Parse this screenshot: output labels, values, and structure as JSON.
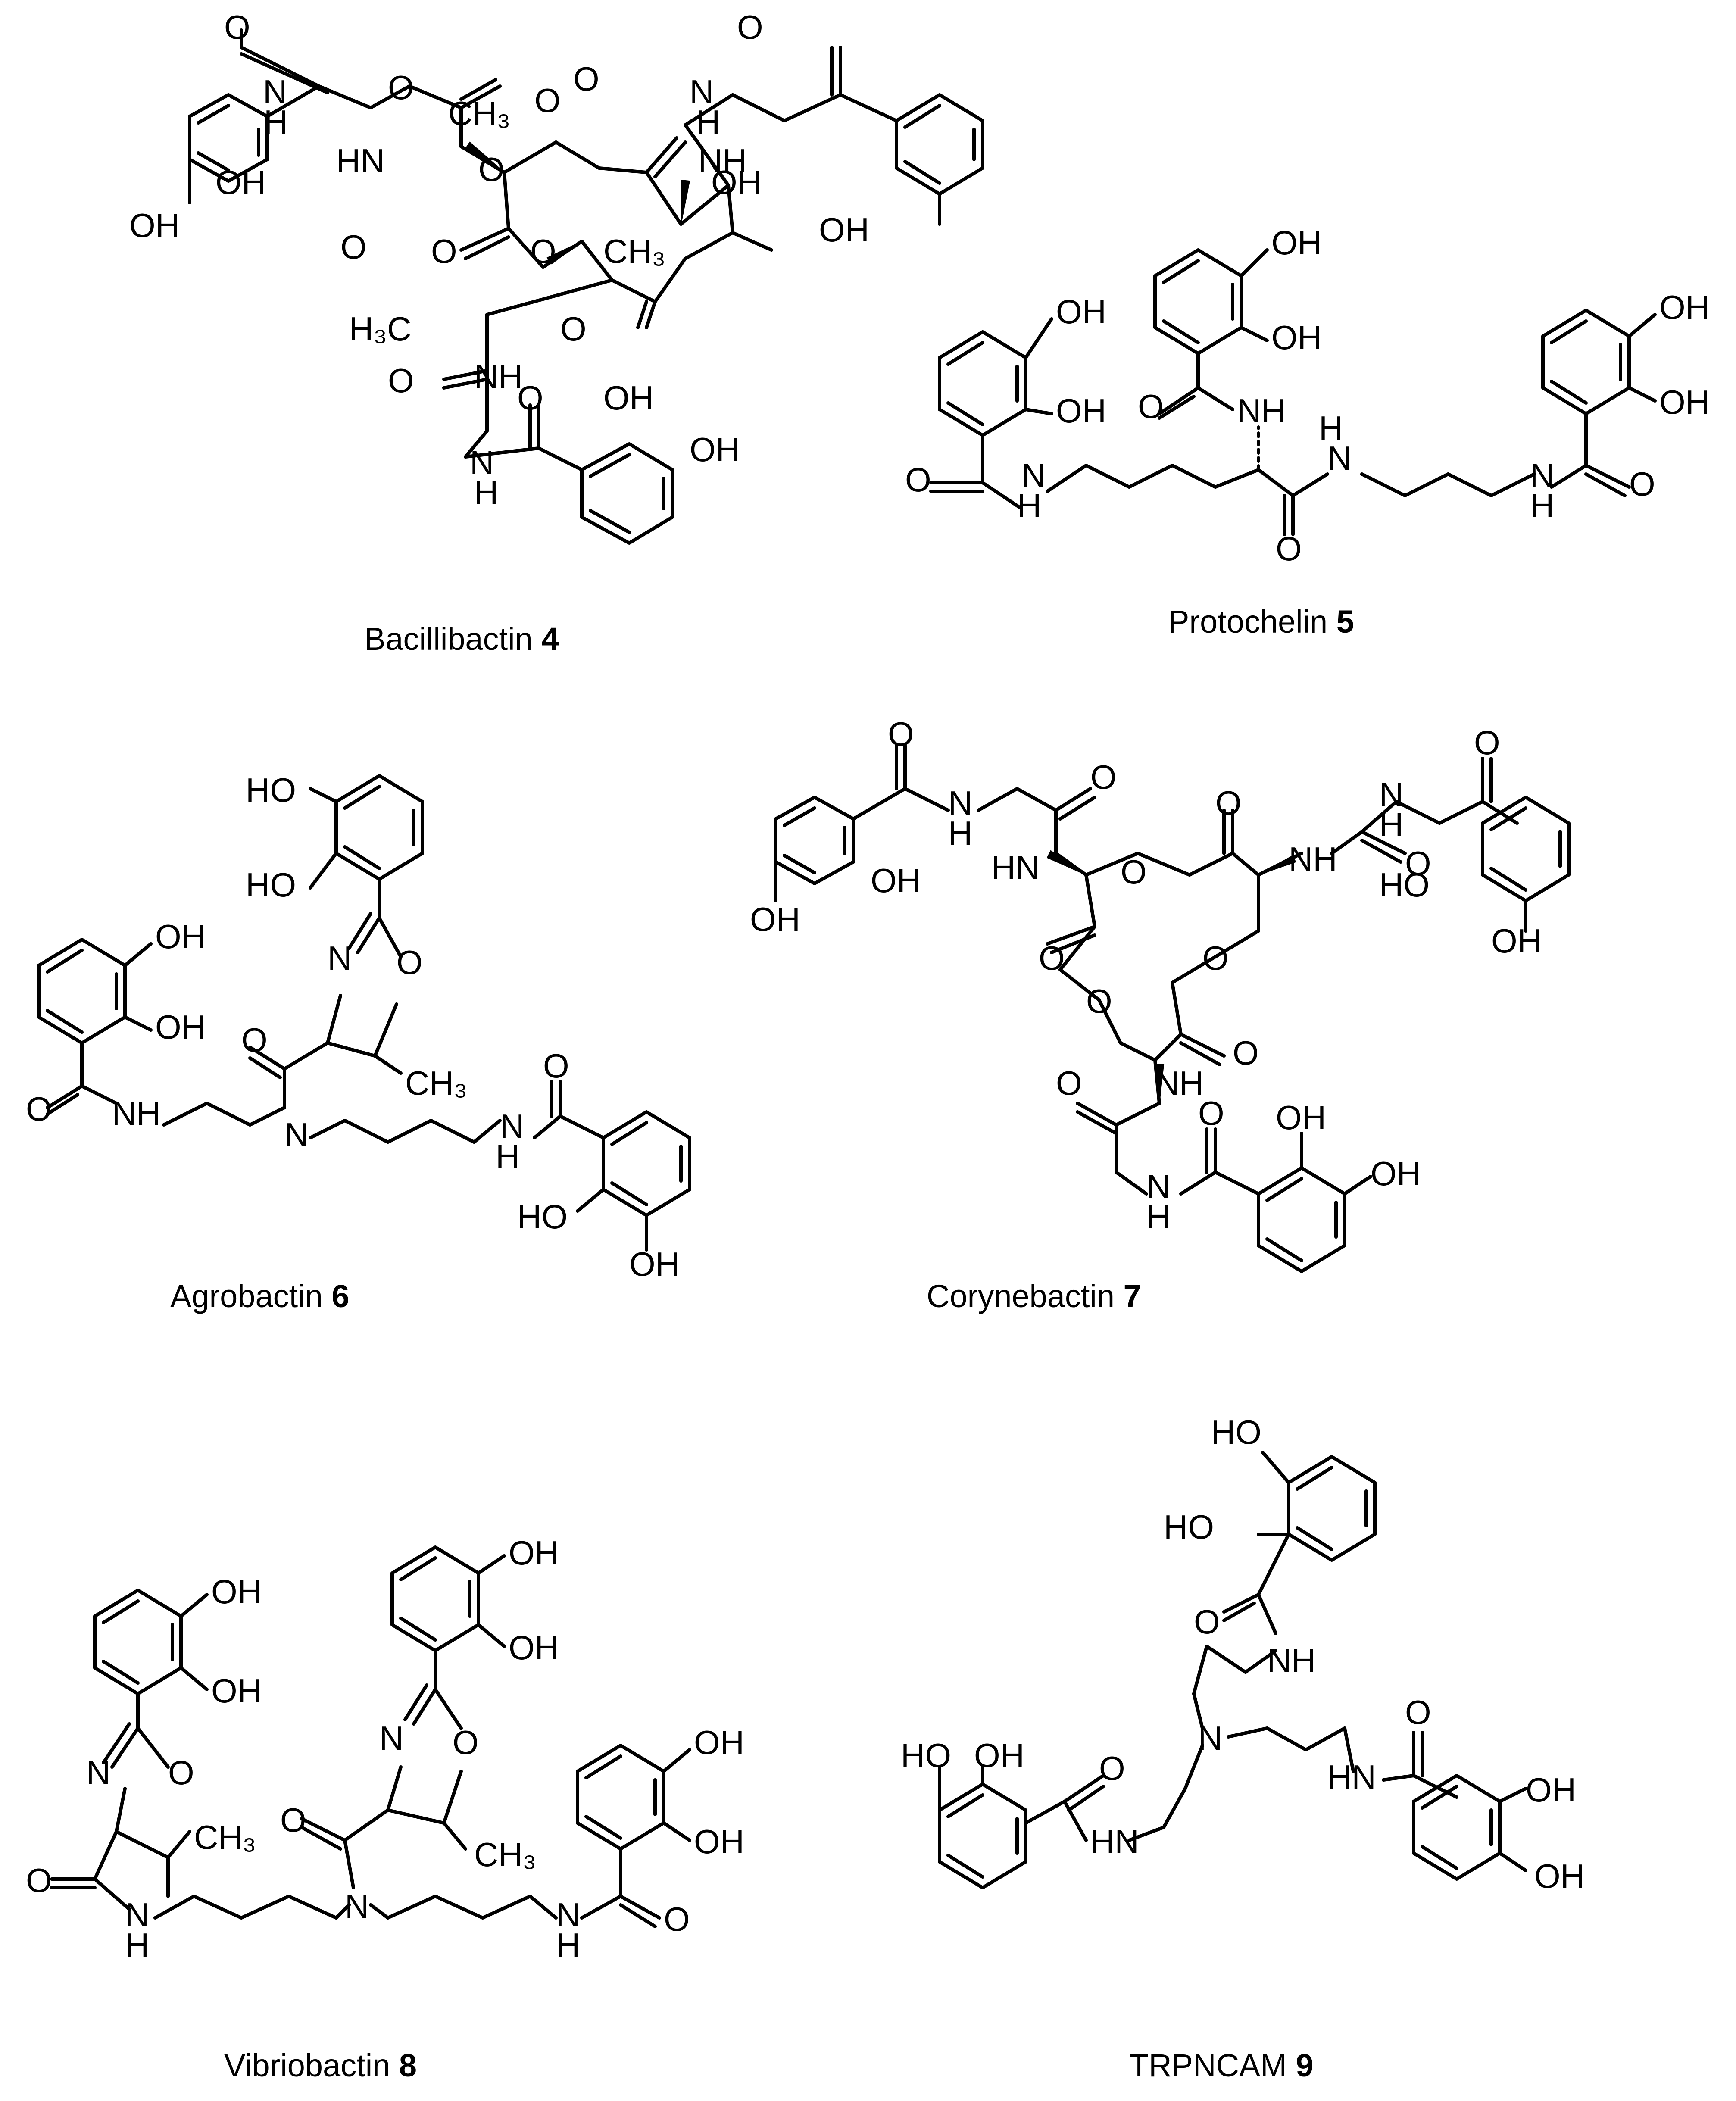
{
  "compounds": [
    {
      "name": "Bacillibactin",
      "number": "4"
    },
    {
      "name": "Protochelin",
      "number": "5"
    },
    {
      "name": "Agrobactin",
      "number": "6"
    },
    {
      "name": "Corynebactin",
      "number": "7"
    },
    {
      "name": "Vibriobactin",
      "number": "8"
    },
    {
      "name": "TRPNCAM",
      "number": "9"
    }
  ],
  "atom_labels": {
    "O": "O",
    "OH": "OH",
    "HO": "HO",
    "NH": "NH",
    "HN": "HN",
    "N": "N",
    "H": "H",
    "CH3": "CH₃",
    "H3C": "H₃C"
  }
}
